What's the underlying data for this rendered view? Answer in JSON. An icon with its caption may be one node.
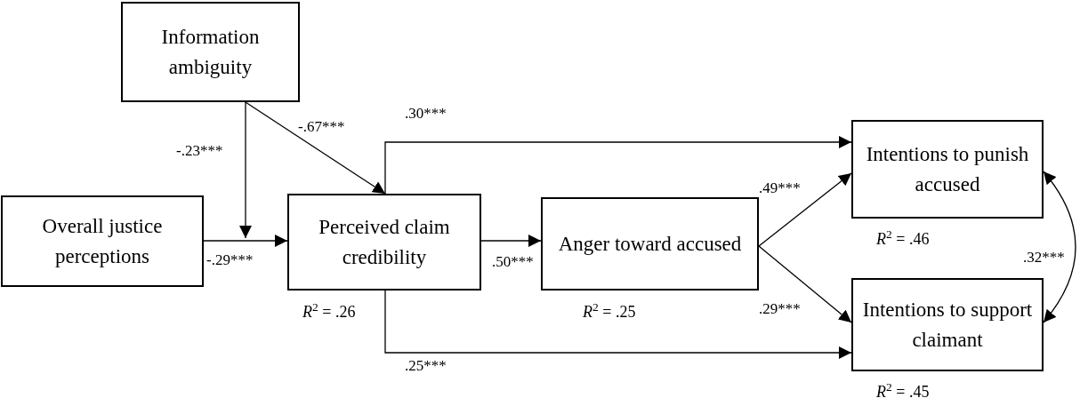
{
  "diagram": {
    "nodes": [
      {
        "text": [
          "Information ambiguity"
        ]
      },
      {
        "text": [
          "Overall justice perceptions"
        ]
      },
      {
        "text": [
          "Perceived claim credibility"
        ],
        "beside": [
          "*R*$^{2}$ = .26"
        ]
      },
      {
        "text": [
          "Anger toward accused"
        ],
        "beside": [
          "*R*$^{2}$ = .25"
        ]
      },
      {
        "text": [
          "Intentions to punish accused"
        ],
        "beside": [
          "*R*$^{2}$ = .46"
        ]
      },
      {
        "text": [
          "Intentions to support claimant"
        ],
        "beside": [
          "*R*$^{2}$ = .45"
        ]
      }
    ],
    "edges": [
      {
        "from": 0,
        "to": 2,
        "arrow": "to",
        "label": "-.67***"
      },
      {
        "from": 0,
        "to": null,
        "arrow": "to",
        "label": "-.23***"
      },
      {
        "from": 1,
        "to": 2,
        "arrow": "to",
        "label": "-.29***"
      },
      {
        "from": 2,
        "to": 4,
        "arrow": "to",
        "label": ".30***"
      },
      {
        "from": 2,
        "to": 3,
        "arrow": "to",
        "label": ".50***"
      },
      {
        "from": 3,
        "to": 4,
        "arrow": "to",
        "label": ".49***"
      },
      {
        "from": 3,
        "to": 5,
        "arrow": "to",
        "label": ".29***"
      },
      {
        "from": 2,
        "to": 5,
        "arrow": "to",
        "label": ".25***"
      },
      {
        "from": 4,
        "to": 5,
        "arrow": "both",
        "label": ".32***"
      }
    ]
  }
}
